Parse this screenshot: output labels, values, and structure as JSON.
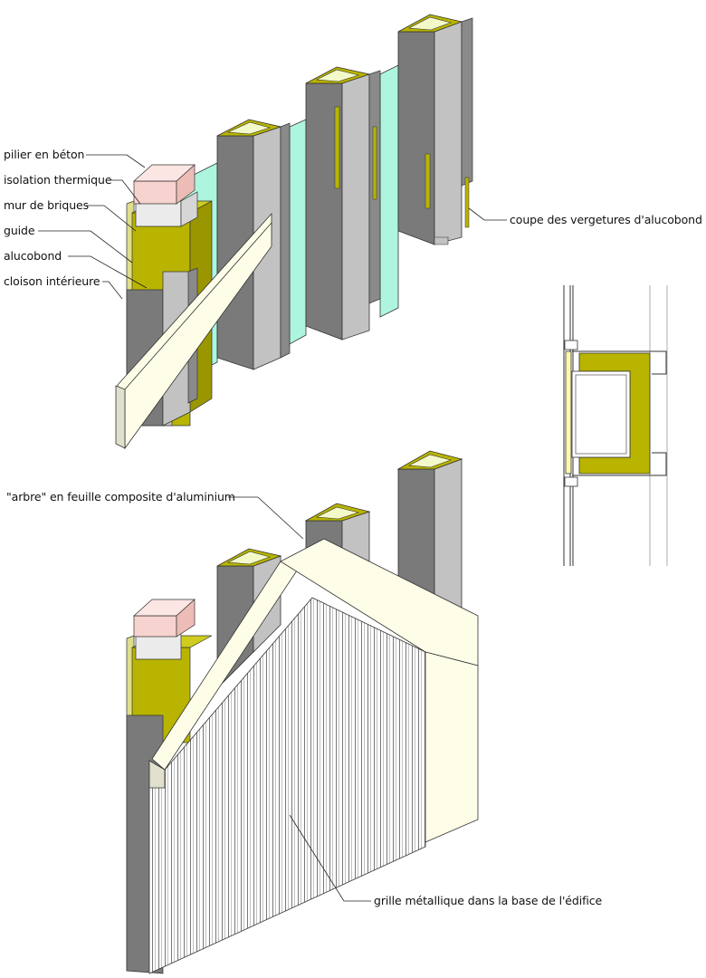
{
  "colors": {
    "concrete": "#f7d3cf",
    "insulation": "#ebebeb",
    "brick": "#b8b400",
    "brick_dark": "#9a9600",
    "guide": "#dede8c",
    "alucobond_light": "#c2c2c2",
    "alucobond_dark": "#7a7a7a",
    "glass": "#aef5df",
    "panel": "#fdfde8",
    "grille": "#ffffff",
    "line": "#222222"
  },
  "labels": {
    "pilier": "pilier en béton",
    "isolation": "isolation thermique",
    "mur": "mur de briques",
    "guide": "guide",
    "alucobond": "alucobond",
    "cloison": "cloison intérieure",
    "coupe": "coupe des vergetures d'alucobond",
    "arbre": "\"arbre\" en feuille composite d'aluminium",
    "grille": "grille métallique dans la base de l'édifice"
  }
}
